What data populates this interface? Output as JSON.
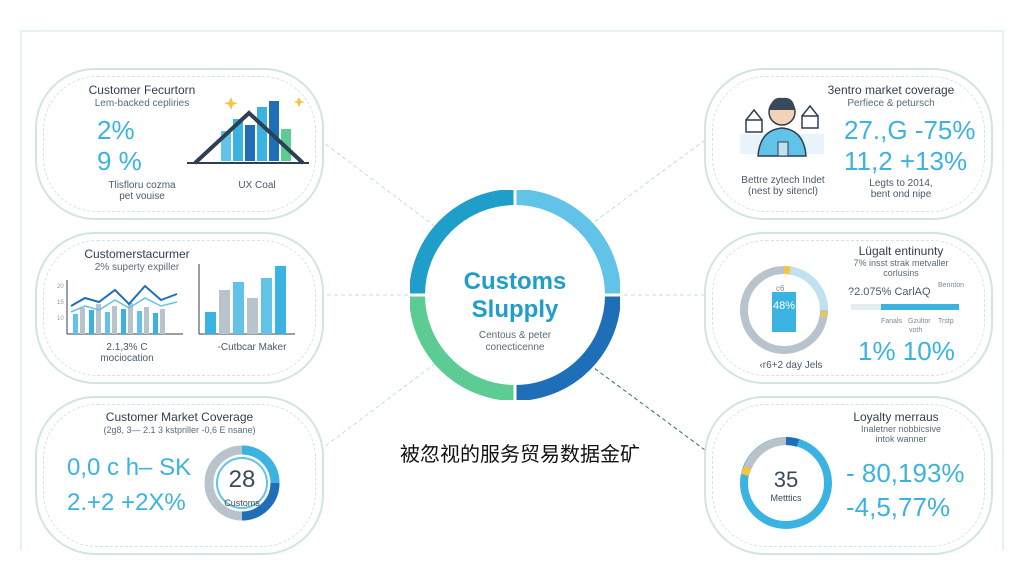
{
  "center": {
    "title_line1": "Customs",
    "title_line2": "Slupply",
    "sub_line1": "Centous & peter",
    "sub_line2": "conecticenne"
  },
  "caption": "被忽视的服务贸易数据金矿",
  "cards": {
    "tl": {
      "title": "Customer Fecurtorn",
      "subtitle": "Lem-backed cepliries",
      "value1": "2%",
      "value2": "9 %",
      "note_line1": "Tlisfloru cozma",
      "note_line2": "pet vouise",
      "chart_label": "UX Coal"
    },
    "ml": {
      "title": "Customerstacurmer",
      "subtitle": "2% superty expiller",
      "note_line1": "2.1,3% C",
      "note_line2": "mociocation",
      "chart_label": "-Cutbcar Maker"
    },
    "bl": {
      "title": "Customer Market Coverage",
      "subtitle": "(2g8, 3— 2.1 3 kstpriller -0,6 E nsane)",
      "value1": "0,0 c h‒ SK",
      "value2": "2.+2 +2X%",
      "gauge_value": "28",
      "gauge_label": "Customs"
    },
    "tr": {
      "title": "3entro market coverage",
      "subtitle": "Perfiece & petursch",
      "value1": "27.,G -75%",
      "value2": "11,2 +13%",
      "note_line1": "Bettre zytech Indet",
      "note_line2": "(nest by sitencl)",
      "side_note_line1": "Legts to 2014,",
      "side_note_line2": "bent ond nipe"
    },
    "mr": {
      "title": "Lügalt entinunty",
      "subtitle_line1": "7% insst strak metvaller",
      "subtitle_line2": "corlusins",
      "gauge_value": "48%",
      "gauge_prefix": "c6",
      "bar_label": "?2.075% CarlAQ",
      "bar_side": "Bennton",
      "tick1": "Fanals",
      "tick2": "Gzultor",
      "tick3": "Trstp",
      "tick_sub": "voth",
      "value": "1% 10%",
      "bottom_note": "‹r6+2 day Jels"
    },
    "br": {
      "title": "Loyalty merraus",
      "subtitle_line1": "Inaletner nobbicsive",
      "subtitle_line2": "intok wanner",
      "gauge_value": "35",
      "gauge_label": "Metttics",
      "value1": "- 80,193%",
      "value2": "-4,5,77%"
    }
  },
  "colors": {
    "accent_blue": "#3bb3e0",
    "deep_blue": "#1f6fb8",
    "light_blue": "#62c3e8",
    "green": "#5ccc94",
    "gray": "#b9c3cc",
    "yellow": "#f4c542"
  }
}
